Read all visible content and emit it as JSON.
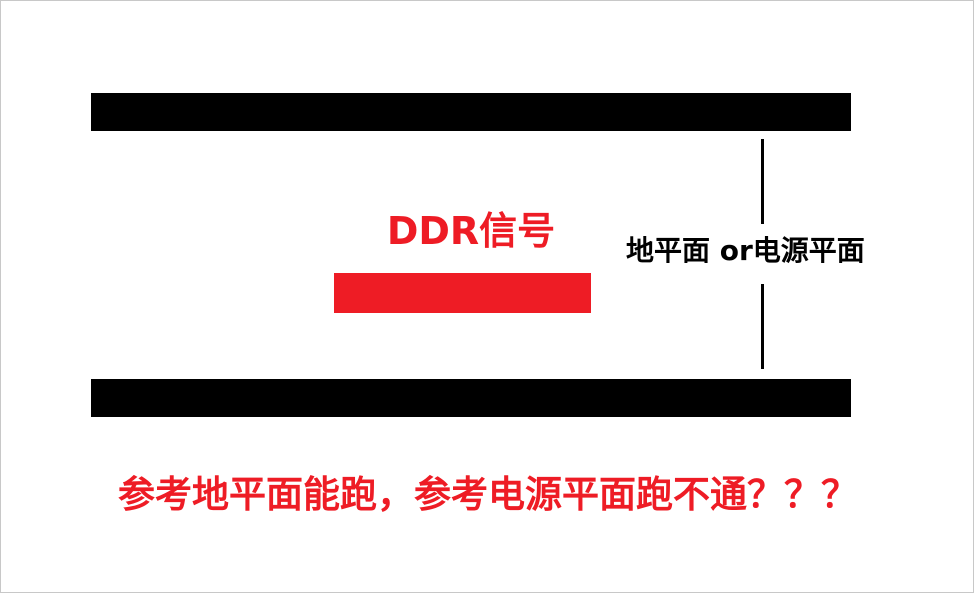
{
  "diagram": {
    "signal_label": "DDR信号",
    "plane_label": "地平面 or电源平面",
    "question": "参考地平面能跑，参考电源平面跑不通？？？",
    "colors": {
      "signal": "#ee1c25",
      "plane": "#000000",
      "question": "#ee1c25"
    }
  }
}
